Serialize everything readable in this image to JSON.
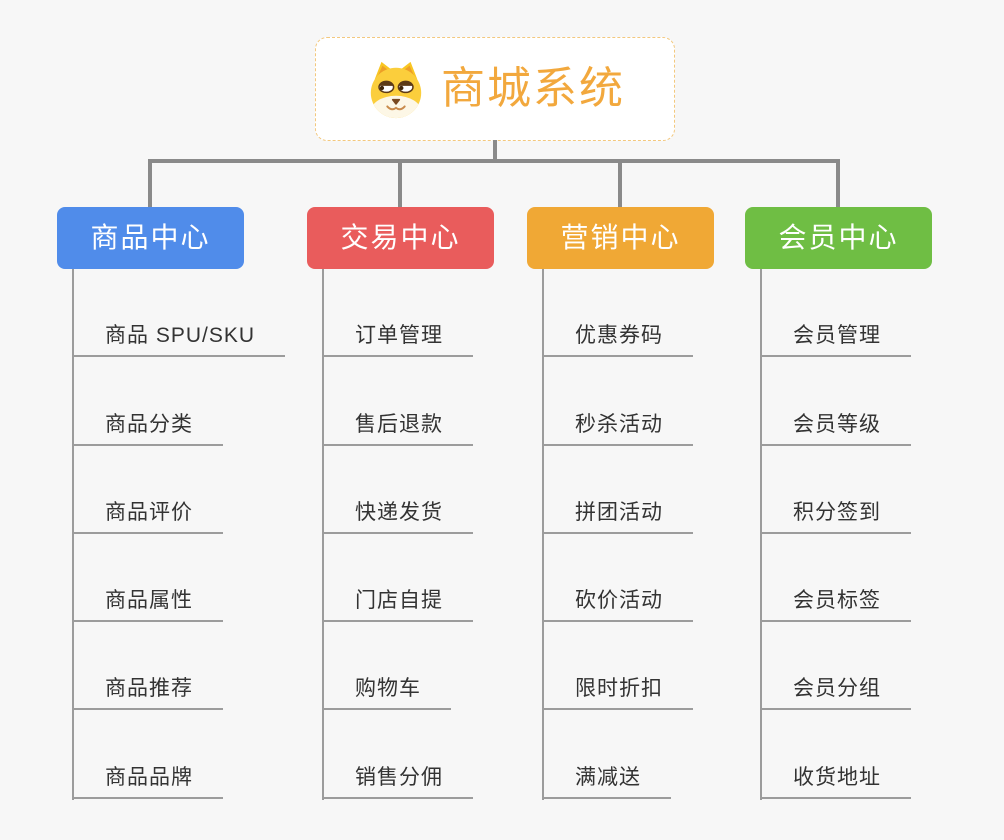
{
  "root": {
    "title": "商城系统",
    "icon": "dog-face-icon",
    "title_color": "#f2a83d",
    "border_color": "#f3c87e"
  },
  "canvas": {
    "background_color": "#f7f7f7",
    "connector_color": "#8a8a8a",
    "subline_color": "#9c9c9c"
  },
  "branches": [
    {
      "label": "商品中心",
      "color": "#508cea",
      "children": [
        "商品 SPU/SKU",
        "商品分类",
        "商品评价",
        "商品属性",
        "商品推荐",
        "商品品牌"
      ]
    },
    {
      "label": "交易中心",
      "color": "#e95c5c",
      "children": [
        "订单管理",
        "售后退款",
        "快递发货",
        "门店自提",
        "购物车",
        "销售分佣"
      ]
    },
    {
      "label": "营销中心",
      "color": "#f0a835",
      "children": [
        "优惠券码",
        "秒杀活动",
        "拼团活动",
        "砍价活动",
        "限时折扣",
        "满减送"
      ]
    },
    {
      "label": "会员中心",
      "color": "#6fbe44",
      "children": [
        "会员管理",
        "会员等级",
        "积分签到",
        "会员标签",
        "会员分组",
        "收货地址"
      ]
    }
  ]
}
